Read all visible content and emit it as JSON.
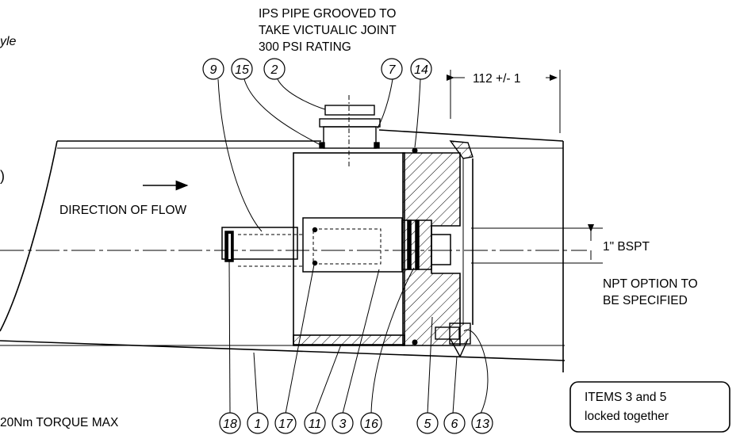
{
  "fragments": {
    "top_left": "yle",
    "left_mid": ")"
  },
  "notes": {
    "pipe_line1": "IPS PIPE GROOVED TO",
    "pipe_line2": "TAKE VICTUALIC JOINT",
    "pipe_line3": "300 PSI RATING",
    "dimension": "112 +/- 1",
    "flow": "DIRECTION OF FLOW",
    "thread": "1\" BSPT",
    "npt_line1": "NPT OPTION TO",
    "npt_line2": "BE SPECIFIED",
    "torque": "20Nm TORQUE MAX"
  },
  "callout_box": {
    "line1": "ITEMS 3 and 5",
    "line2": "locked together"
  },
  "balloons": {
    "b9": "9",
    "b15": "15",
    "b2": "2",
    "b7": "7",
    "b14": "14",
    "b18": "18",
    "b1": "1",
    "b17": "17",
    "b11": "11",
    "b3": "3",
    "b16": "16",
    "b5": "5",
    "b6": "6",
    "b13": "13"
  },
  "colors": {
    "line": "#000000",
    "background": "#ffffff"
  }
}
